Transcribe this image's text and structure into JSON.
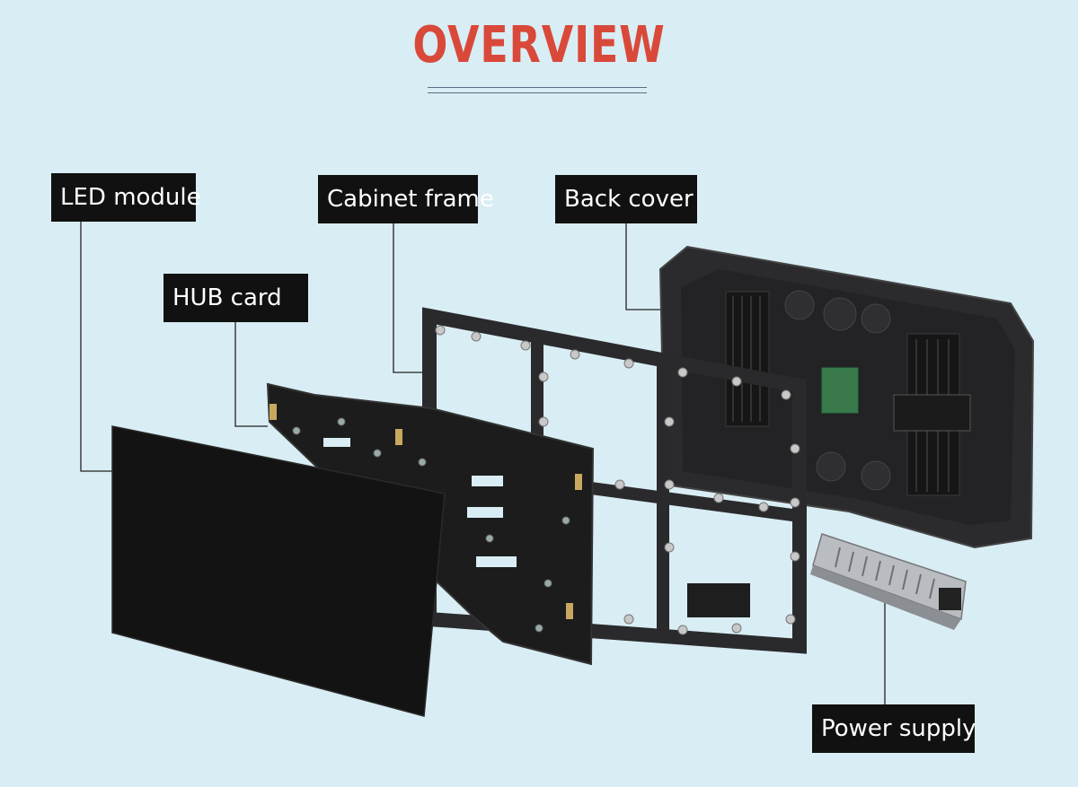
{
  "header": {
    "title": "OVERVIEW"
  },
  "labels": {
    "led_module": "LED module",
    "hub_card": "HUB card",
    "cabinet_frame": "Cabinet frame",
    "back_cover": "Back cover",
    "power_supply": "Power supply"
  },
  "colors": {
    "background": "#d9edf4",
    "title": "#d9493a",
    "label_bg": "#111111",
    "label_text": "#ffffff",
    "leader_line": "#222222"
  }
}
